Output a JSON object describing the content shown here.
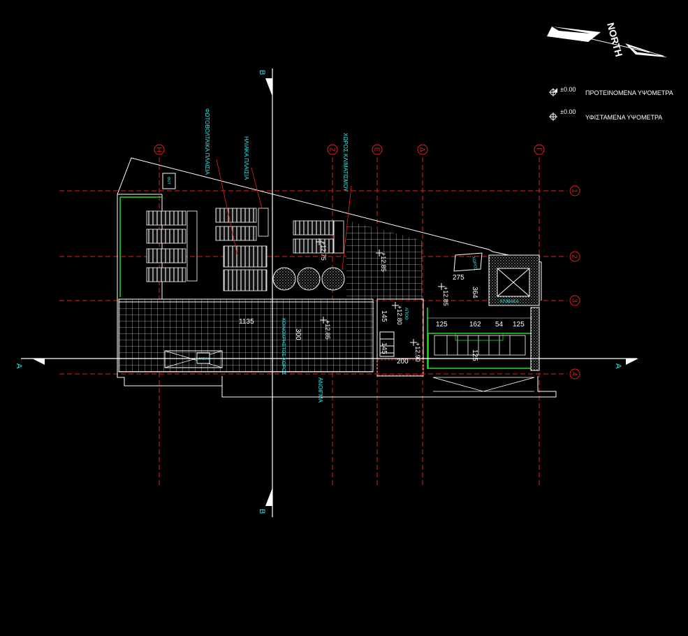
{
  "legend": {
    "items": [
      {
        "marker": "±0.00",
        "label": "ΠΡΟΤΕΙΝΟΜΕΝΑ ΥΨΟΜΕΤΡΑ"
      },
      {
        "marker": "±0.00",
        "label": "ΥΦΙΣΤΑΜΕΝΑ ΥΨΟΜΕΤΡΑ"
      }
    ]
  },
  "north_label": "NORTH",
  "grid": {
    "columns": [
      "Η",
      "Ζ",
      "Ε",
      "Δ",
      "Γ"
    ],
    "rows": [
      "1",
      "2",
      "3",
      "4"
    ]
  },
  "sections": {
    "vertical": "Β",
    "horizontal": "Α"
  },
  "labels": {
    "photovoltaic": "ΦΩΤΟΒΟΛΤΑΙΚΑ ΠΛΑΙΣΙΑ",
    "solar": "ΗΛΙΑΚΑ ΠΛΑΙΣΙΑ",
    "installation_room": "ΧΩΡΟΣ ΚΛΙΜΑΤΙΣΜΟΥ",
    "roof_garden": "ΚΟΙΝΟΧΡΗΣΤΟΣ ΧΩΡΟΣ",
    "opening": "ΑΝΟΙΓΜΑ",
    "stairs": "ΚΛΙΜΑΚΑ",
    "elevator": "ΑΝΕΛΚ",
    "storage": "ΑΠΟΘ",
    "room_top": "ΧΩΡΟΣ",
    "room_small": "ΑΠΟΘ",
    "skylight": "ΦΩΤ"
  },
  "elevations": [
    "+12.75",
    "+12.85",
    "+12.85",
    "+12.80",
    "+12.85",
    "+12.90"
  ],
  "dimensions": {
    "d1135": "1135",
    "d300": "300",
    "d145a": "145",
    "d145b": "145",
    "d200": "200",
    "d275": "275",
    "d364": "364",
    "d125a": "125",
    "d162": "162",
    "d54": "54",
    "d125b": "125",
    "d125c": "125"
  },
  "colors": {
    "background": "#000000",
    "linework": "#ffffff",
    "grid": "#e52020",
    "annotation": "#33e6e6",
    "wall": "#22dd22"
  }
}
